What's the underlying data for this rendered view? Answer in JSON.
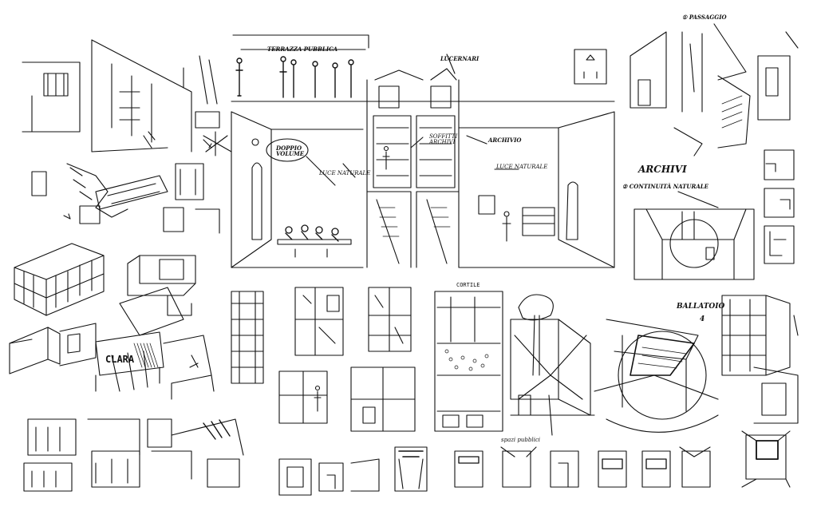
{
  "sheet": {
    "stroke_color": "#111111",
    "background_color": "#ffffff",
    "labels": {
      "terrazza": "TERRAZZA PUBBLICA",
      "lucernari": "LUCERNARI",
      "passaggio": "① PASSAGGIO",
      "doppio_volume": "DOPPIO VOLUME",
      "soffitti_archivi": "SOFFITTI ARCHIVI",
      "archivio": "ARCHIVIO",
      "luce_naturale_left": "LUCE NATURALE",
      "luce_naturale_right": "LUCE NATURALE",
      "archivi": "ARCHIVI",
      "continuita": "② CONTINUITÀ NATURALE",
      "clara": "CLARA",
      "ballatoio": "BALLATOIO",
      "ballatoio_num": "4",
      "cortile": "CORTILE",
      "spazi_pubblici": "spazi pubblici"
    }
  }
}
